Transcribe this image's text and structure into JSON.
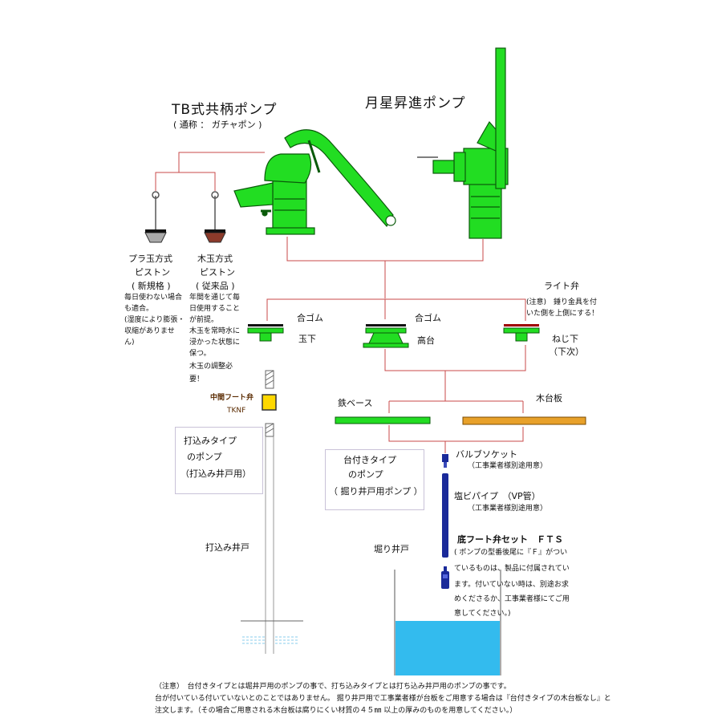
{
  "pumps": {
    "tb": {
      "title": "TB式共柄ポンプ",
      "nickname": "( 通称 ： ガチャポン )"
    },
    "gessei": {
      "title": "月星昇進ポンプ"
    }
  },
  "piston": {
    "plastic": {
      "label_1": "プラ玉方式",
      "label_2": "ピストン",
      "label_3": "( 新規格 )",
      "note_1": "毎日使わない場合",
      "note_2": "も適合。",
      "note_3": "(湿度により膨張・",
      "note_4": "収縮がありませ",
      "note_5": "ん)"
    },
    "wood": {
      "label_1": "木玉方式",
      "label_2": "ピストン",
      "label_3": "( 従来品 )",
      "note_1": "年間を通じて毎",
      "note_2": "日使用すること",
      "note_3": "が前提。",
      "note_4": "木玉を常時水に",
      "note_5": "浸かった状態に",
      "note_6": "保つ。",
      "note_7": "木玉の調整必",
      "note_8": "要！"
    }
  },
  "valves": {
    "tamashita": {
      "gasket": "合ゴム",
      "name": "玉下"
    },
    "takadai": {
      "gasket": "合ゴム",
      "name": "高台"
    },
    "light": {
      "title": "ライト弁",
      "note_1": "(注意)　錘り金具を付",
      "note_2": "いた側を上側にする！",
      "name_1": "ねじ下",
      "name_2": "（下次）"
    }
  },
  "foot_valve": {
    "label": "中間フート弁",
    "code": "TKNF"
  },
  "base": {
    "iron": "鉄ベース",
    "wood": "木台板"
  },
  "uchikomi": {
    "box_1": "打込みタイプ",
    "box_2": "のポンプ",
    "box_3": "（打込み井戸用）",
    "well": "打込み井戸"
  },
  "horii": {
    "box_1": "台付きタイプ",
    "box_2": "のポンプ",
    "box_3": "（ 掘り井戸用ポンプ ）",
    "well": "堀り井戸",
    "socket": "バルブソケット",
    "socket_note": "（工事業者様別途用意）",
    "pipe": "塩ビパイプ　（VP管）",
    "pipe_note": "（工事業者様別途用意）",
    "fts_title": "底フート弁セット　ＦＴＳ",
    "fts_1": "( ポンプの型番後尾に『Ｆ』がつい",
    "fts_2": "ているものは、製品に付属されてい",
    "fts_3": "ます。付いていない時は、別途お求",
    "fts_4": "めくださるか、工事業者様にてご用",
    "fts_5": "意してください。)"
  },
  "footer": {
    "line_1": "（注意）　台付きタイプとは堀井戸用のポンプの事で、打ち込みタイプとは打ち込み井戸用のポンプの事です。",
    "line_2": "台が付いている付いていないとのことではありません。 掘り井戸用で工事業者様が台板をご用意する場合は『台付きタイプの木台板なし』と",
    "line_3": "注文します。（その場合ご用意される木台板は腐りにくい材質の４５㎜ 以上の厚みのものを用意してください。）"
  },
  "colors": {
    "pump_green": "#22dd22",
    "line_red": "#c84a4a",
    "wood_orange": "#e8a12a",
    "pipe_blue": "#1a2a9a",
    "water": "#33bbee",
    "foot_yellow": "#ffd800"
  }
}
